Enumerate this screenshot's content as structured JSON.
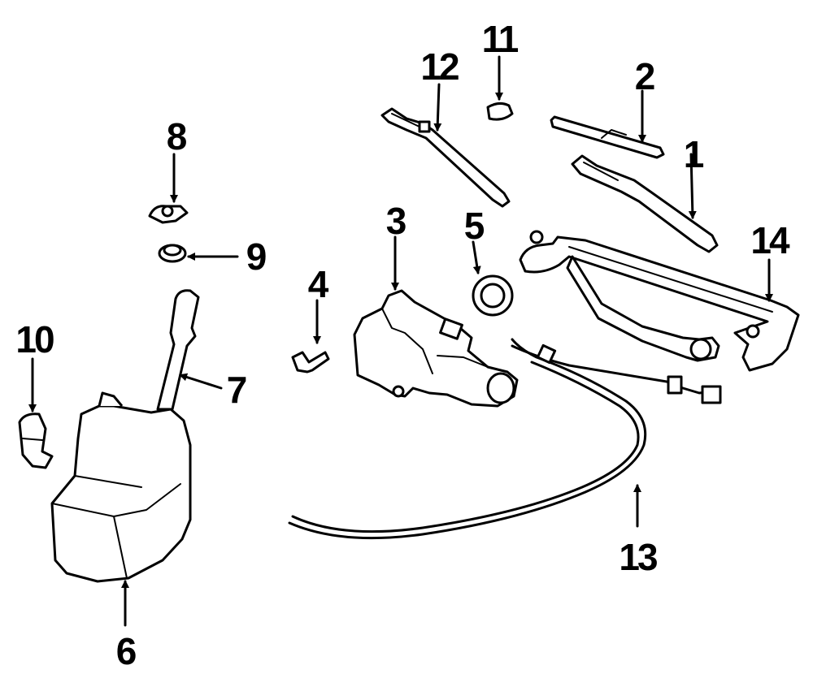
{
  "diagram": {
    "callouts": {
      "n1": "1",
      "n2": "2",
      "n3": "3",
      "n4": "4",
      "n5": "5",
      "n6": "6",
      "n7": "7",
      "n8": "8",
      "n9": "9",
      "n10": "10",
      "n11": "11",
      "n12": "12",
      "n13": "13",
      "n14": "14"
    }
  }
}
